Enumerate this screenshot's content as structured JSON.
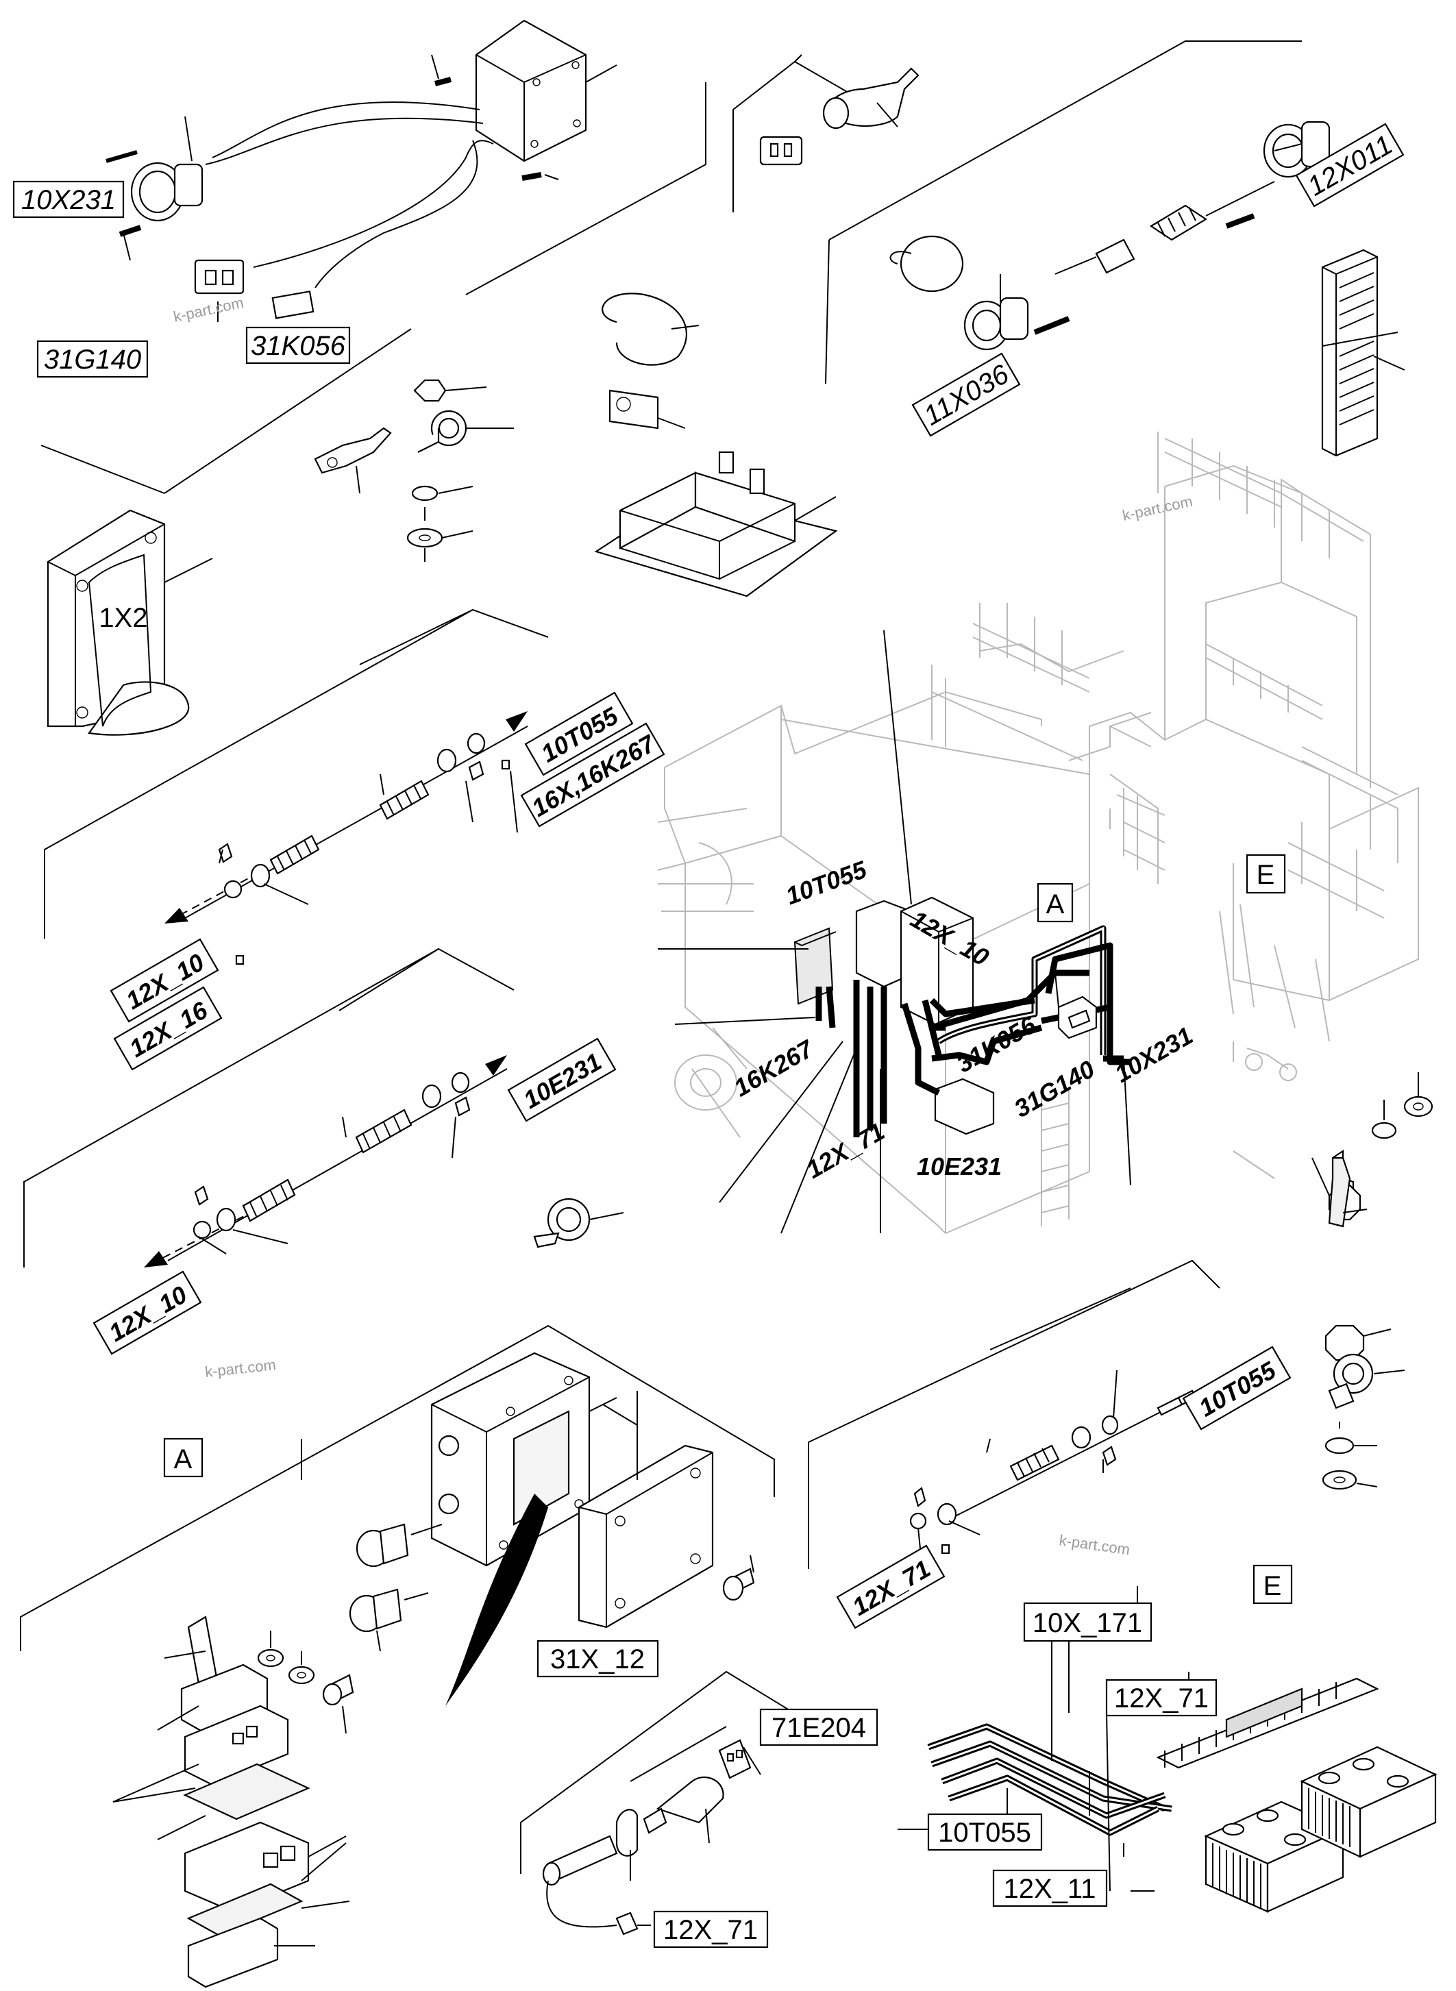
{
  "labels": {
    "l_10X231_top": "10X231",
    "l_31G140_top": "31G140",
    "l_31K056_top": "31K056",
    "l_12X011": "12X011",
    "l_11X036": "11X036",
    "l_1X2": "1X2",
    "l_10T055_a": "10T055",
    "l_16X16K267": "16X,16K267",
    "l_12X_10_a": "12X_10",
    "l_12X_16": "12X_16",
    "l_10E231_a": "10E231",
    "l_12X_10_b": "12X_10",
    "l_A_main": "A",
    "l_E_main": "E",
    "l_m_10T055": "10T055",
    "l_m_12X_10": "12X_10",
    "l_m_16K267": "16K267",
    "l_m_31K056": "31K056",
    "l_m_31G140": "31G140",
    "l_m_10X231": "10X231",
    "l_m_12X_71": "12X_71",
    "l_m_10E231": "10E231",
    "l_A_detail": "A",
    "l_31X_12": "31X_12",
    "l_10T055_c": "10T055",
    "l_12X_71_c": "12X_71",
    "l_E_detail": "E",
    "l_10X_171": "10X_171",
    "l_12X_71_e": "12X_71",
    "l_10T055_e": "10T055",
    "l_12X_11": "12X_11",
    "l_71E204": "71E204",
    "l_12X_71_f": "12X_71"
  },
  "watermarks": {
    "wm1": "k-part.com",
    "wm2": "k-part.com",
    "wm3": "k-part.com",
    "wm4": "k-part.com"
  },
  "colors": {
    "ink": "#000000",
    "structure": "#b8b8b8",
    "paper": "#ffffff"
  }
}
